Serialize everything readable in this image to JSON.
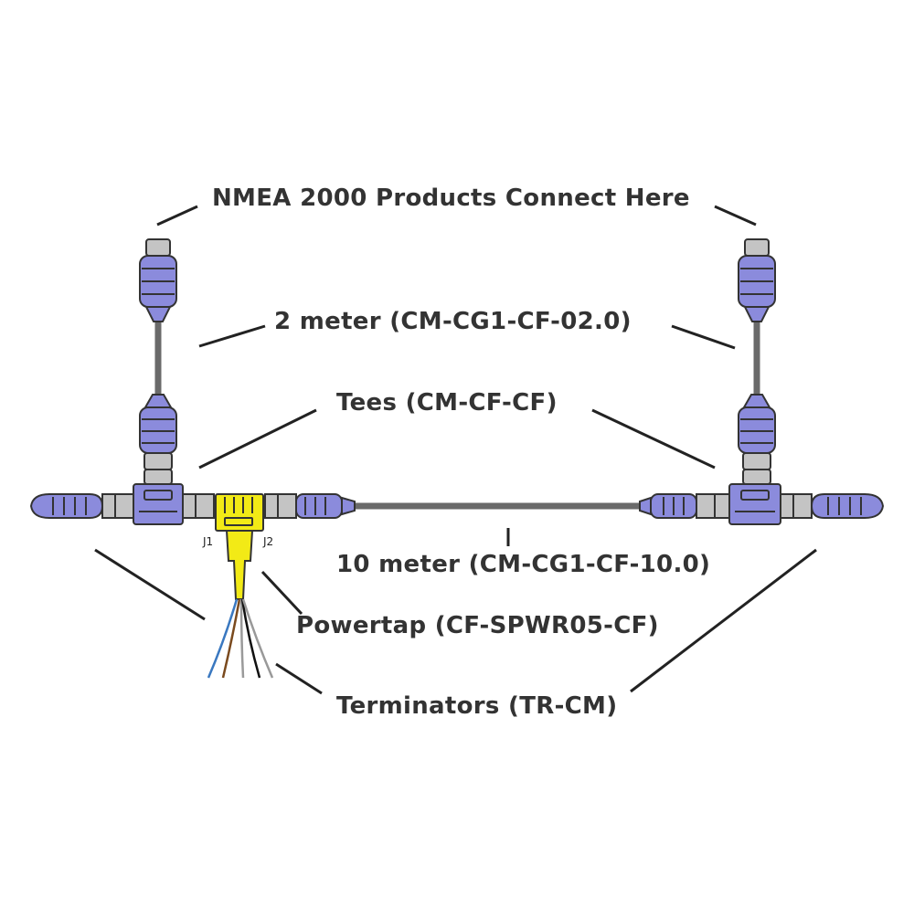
{
  "labels": {
    "products": "NMEA 2000 Products Connect Here",
    "drop_cable": "2 meter (CM-CG1-CF-02.0)",
    "tees": "Tees (CM-CF-CF)",
    "trunk_cable": "10 meter (CM-CG1-CF-10.0)",
    "powertap": "Powertap (CF-SPWR05-CF)",
    "terminators": "Terminators (TR-CM)",
    "j1": "J1",
    "j2": "J2"
  },
  "colors": {
    "connector": "#8b8bdc",
    "connector_dark": "#5a5ab0",
    "metal": "#c4c4c4",
    "cable": "#6a6a6a",
    "powertap": "#f2ea16",
    "leader": "#222222",
    "text": "#333333",
    "wire_blue": "#3a78c0",
    "wire_brown": "#7a4a1e",
    "wire_gray": "#9a9a9a",
    "wire_black": "#111111"
  }
}
